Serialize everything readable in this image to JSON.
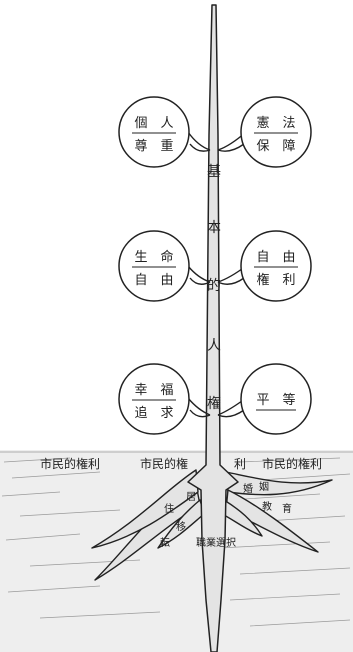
{
  "trunk": {
    "label_chars": [
      "基",
      "本",
      "的",
      "人",
      "権"
    ]
  },
  "nodes": [
    {
      "id": "kojin",
      "line1": "個　人",
      "line2": "尊　重"
    },
    {
      "id": "kenpo",
      "line1": "憲　法",
      "line2": "保　障"
    },
    {
      "id": "seimei",
      "line1": "生　命",
      "line2": "自　由"
    },
    {
      "id": "jiyu",
      "line1": "自　由",
      "line2": "権　利"
    },
    {
      "id": "kofuku",
      "line1": "幸　福",
      "line2": "追　求"
    },
    {
      "id": "byodo",
      "line1": "平　等",
      "line2": ""
    }
  ],
  "ground_band": {
    "labels": [
      "市民的権利",
      "市民的権",
      "利",
      "市民的権利"
    ]
  },
  "roots": {
    "labels": [
      "住",
      "居",
      "移",
      "転",
      "婚",
      "姻",
      "教",
      "育",
      "職業選択"
    ]
  },
  "colors": {
    "ink": "#222222",
    "trunk_fill": "#e4e4e4",
    "ground": "#eeeeee",
    "background": "#ffffff"
  }
}
